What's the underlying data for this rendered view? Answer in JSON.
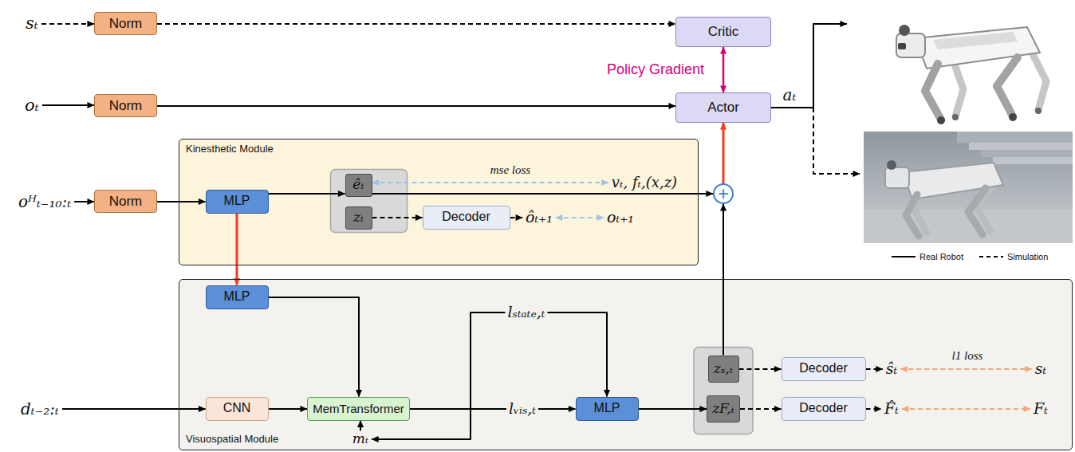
{
  "diagram": {
    "nodes": [
      {
        "text": [
          "Norm"
        ]
      },
      {
        "text": [
          "Critic"
        ]
      },
      {
        "text": [
          "Norm"
        ]
      },
      {
        "text": [
          "Actor"
        ]
      },
      {
        "text": [
          "Norm"
        ]
      },
      {
        "text": [
          "Kinesthetic Module"
        ]
      },
      {
        "text": [
          "MLP"
        ],
        "in": 5
      },
      {
        "text": [
          "êₜ"
        ],
        "in": 5
      },
      {
        "text": [
          "zₜ"
        ],
        "in": 5
      },
      {
        "text": [
          "Decoder"
        ],
        "in": 5
      },
      {
        "text": [
          "+"
        ]
      },
      {
        "text": [
          "Visuospatial Module"
        ]
      },
      {
        "text": [
          "MLP"
        ],
        "in": 11
      },
      {
        "text": [
          "CNN"
        ],
        "in": 11
      },
      {
        "text": [
          "MemTransformer"
        ],
        "in": 11
      },
      {
        "text": [
          "MLP"
        ],
        "in": 11
      },
      {
        "text": [
          "zₛ,ₜ"
        ],
        "in": 11
      },
      {
        "text": [
          "zF,ₜ"
        ],
        "in": 11
      },
      {
        "text": [
          "Decoder"
        ],
        "in": 11
      },
      {
        "text": [
          "Decoder"
        ],
        "in": 11
      }
    ],
    "edges": [
      {
        "from": 0,
        "to": 1,
        "arrow": "to"
      },
      {
        "from": 1,
        "to": 3,
        "arrow": "both",
        "label": "Policy Gradient"
      },
      {
        "from": 2,
        "to": 3,
        "arrow": "to"
      },
      {
        "from": 4,
        "to": 6,
        "arrow": "to"
      },
      {
        "from": 6,
        "to": 7,
        "arrow": "to"
      },
      {
        "from": 8,
        "to": 9,
        "arrow": "to"
      },
      {
        "from": 7,
        "to": 10,
        "arrow": "to"
      },
      {
        "from": 10,
        "to": 3,
        "arrow": "to"
      },
      {
        "from": 6,
        "to": 12,
        "arrow": "to"
      },
      {
        "from": 12,
        "to": 14,
        "arrow": "to"
      },
      {
        "from": 13,
        "to": 14,
        "arrow": "to"
      },
      {
        "from": 14,
        "to": 15,
        "arrow": "to",
        "label": "lᵥᵢₛ,ₜ"
      },
      {
        "from": 14,
        "to": 15,
        "arrow": "to",
        "label": "lₛₜₐₜₑ,ₜ"
      },
      {
        "from": 15,
        "to": 17,
        "arrow": "to"
      },
      {
        "from": 16,
        "to": 18,
        "arrow": "to"
      },
      {
        "from": 17,
        "to": 19,
        "arrow": "to"
      },
      {
        "from": 16,
        "to": 10,
        "arrow": "to"
      }
    ],
    "labels": [
      "sₜ",
      "oₜ",
      "aₜ",
      "oᴴₜ₋₁₀:ₜ",
      "mse loss",
      "vₜ, fₜ,(x,z)",
      "ôₜ₊₁",
      "oₜ₊₁",
      "dₜ₋₂:ₜ",
      "mₜ",
      "ŝₜ",
      "l1 loss",
      "sₜ",
      "F̂ₜ",
      "Fₜ"
    ],
    "legend": [
      {
        "text": "Real Robot"
      },
      {
        "text": "Simulation"
      }
    ]
  }
}
